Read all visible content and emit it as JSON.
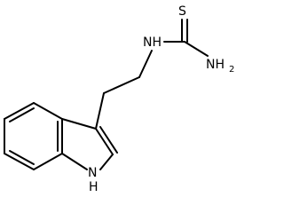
{
  "molecule": {
    "atoms": {
      "sulfur": "S",
      "amide_nitrogen": "NH",
      "amine_nitrogen": "NH",
      "amine_subscript": "2",
      "indole_nitrogen": "N",
      "indole_hydrogen": "H"
    }
  }
}
